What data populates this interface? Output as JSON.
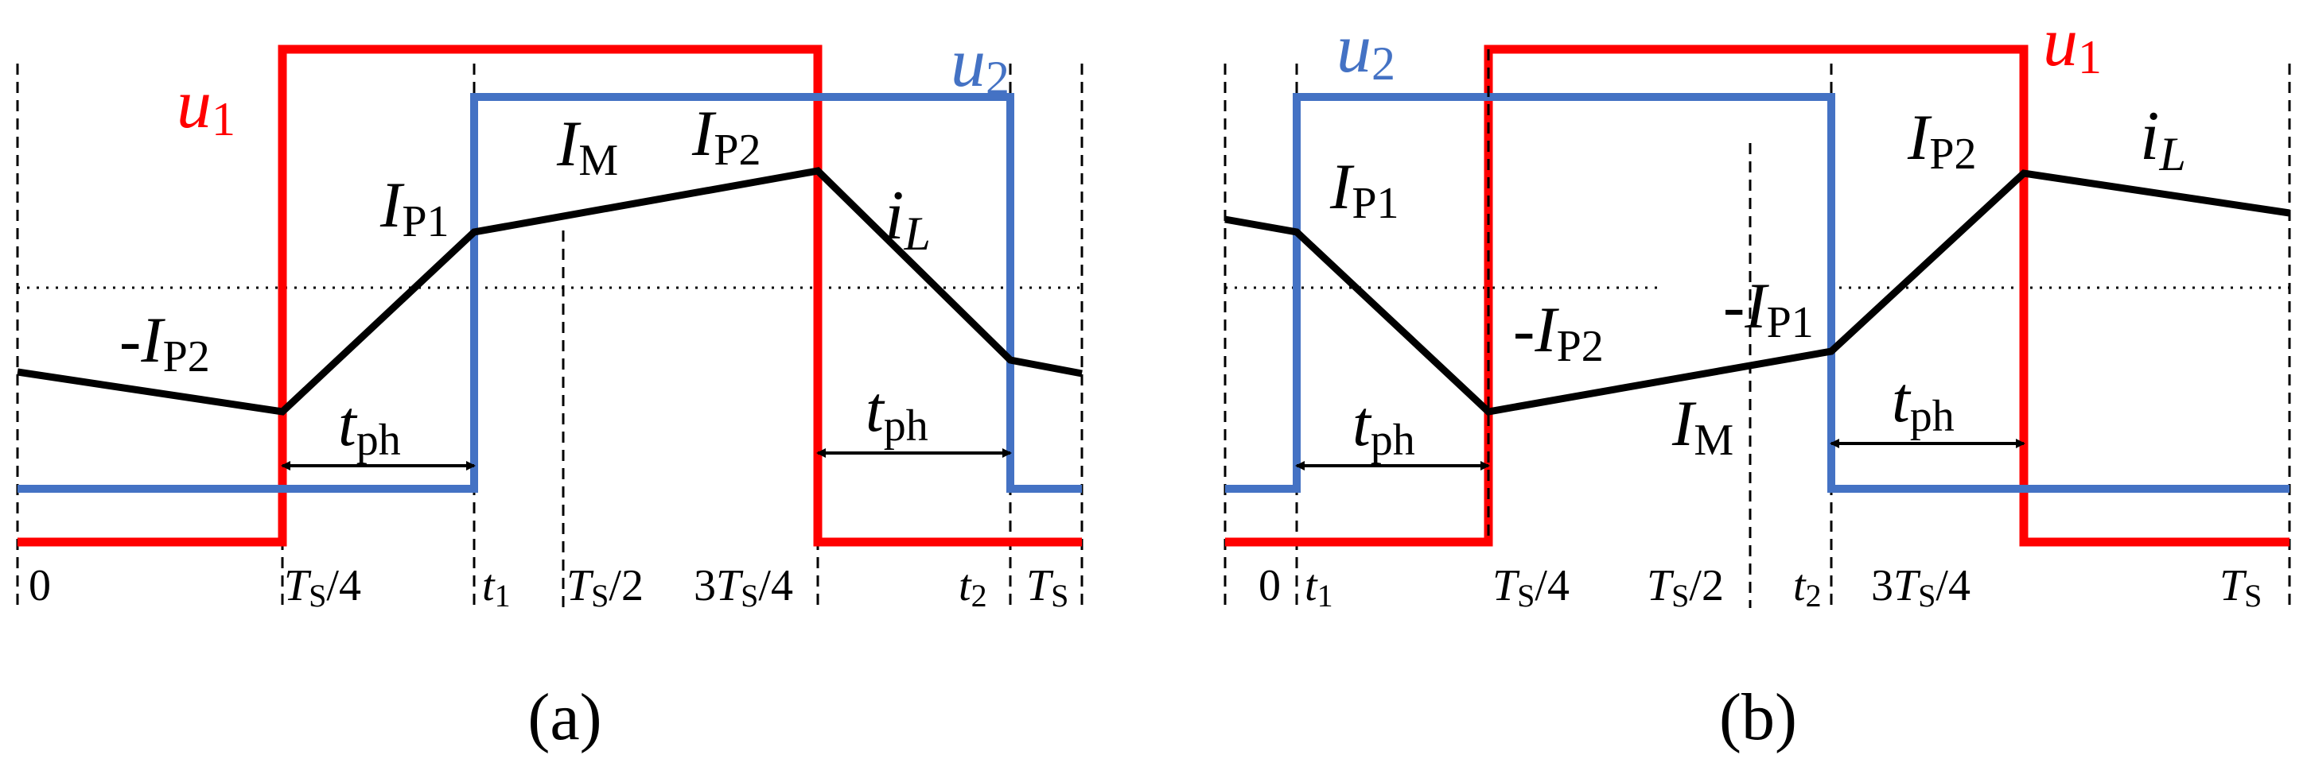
{
  "colors": {
    "u1": "#ff0000",
    "u2": "#4472c4",
    "iL": "#000000",
    "grid": "#000000"
  },
  "panels": [
    {
      "id": "a",
      "caption": "(a)",
      "ticks": [
        {
          "main": "0",
          "sub": ""
        },
        {
          "main": "T",
          "sub": "S",
          "suffix": "/4"
        },
        {
          "main": "t",
          "sub": "1"
        },
        {
          "main": "T",
          "sub": "S",
          "suffix": "/2"
        },
        {
          "pre": "3",
          "main": "T",
          "sub": "S",
          "suffix": "/4"
        },
        {
          "main": "t",
          "sub": "2"
        },
        {
          "main": "T",
          "sub": "S"
        }
      ],
      "labels": {
        "u1": {
          "main": "u",
          "sub": "1"
        },
        "u2": {
          "main": "u",
          "sub": "2"
        },
        "iL": {
          "main": "i",
          "sub": "L"
        },
        "ip1": {
          "main": "I",
          "sub": "P1"
        },
        "im": {
          "main": "I",
          "sub": "M"
        },
        "ip2": {
          "main": "I",
          "sub": "P2"
        },
        "neg_ip2": {
          "pre": "-",
          "main": "I",
          "sub": "P2"
        },
        "tph1": {
          "main": "t",
          "sub": "ph"
        },
        "tph2": {
          "main": "t",
          "sub": "ph"
        }
      }
    },
    {
      "id": "b",
      "caption": "(b)",
      "ticks": [
        {
          "main": "0",
          "sub": ""
        },
        {
          "main": "t",
          "sub": "1"
        },
        {
          "main": "T",
          "sub": "S",
          "suffix": "/4"
        },
        {
          "main": "T",
          "sub": "S",
          "suffix": "/2"
        },
        {
          "main": "t",
          "sub": "2"
        },
        {
          "pre": "3",
          "main": "T",
          "sub": "S",
          "suffix": "/4"
        },
        {
          "main": "T",
          "sub": "S"
        }
      ],
      "labels": {
        "u1": {
          "main": "u",
          "sub": "1"
        },
        "u2": {
          "main": "u",
          "sub": "2"
        },
        "iL": {
          "main": "i",
          "sub": "L"
        },
        "ip1": {
          "main": "I",
          "sub": "P1"
        },
        "im": {
          "main": "I",
          "sub": "M"
        },
        "ip2": {
          "main": "I",
          "sub": "P2"
        },
        "neg_ip2": {
          "pre": "-",
          "main": "I",
          "sub": "P2"
        },
        "neg_ip1": {
          "pre": "-",
          "main": "I",
          "sub": "P1"
        },
        "tph": {
          "main": "t",
          "sub": "ph"
        }
      }
    }
  ]
}
